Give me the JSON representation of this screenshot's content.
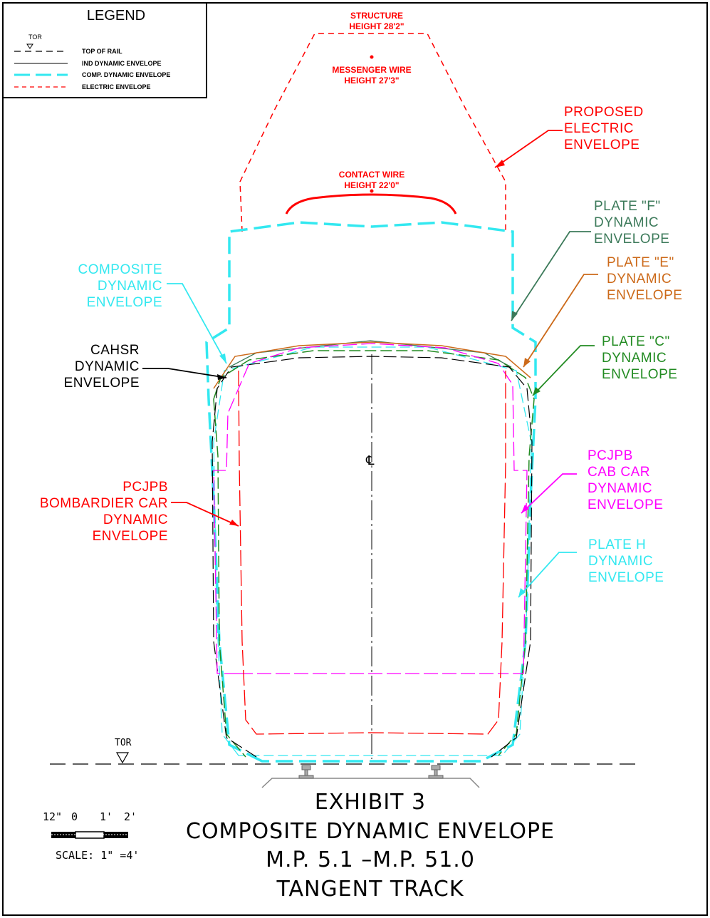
{
  "legend": {
    "title": "LEGEND",
    "tor_symbol": "TOR",
    "items": [
      {
        "label": "TOP OF RAIL",
        "color": "#000000"
      },
      {
        "label": "IND DYNAMIC ENVELOPE",
        "color": "#000000"
      },
      {
        "label": "COMP. DYNAMIC ENVELOPE",
        "color": "#33e8f0"
      },
      {
        "label": "ELECTRIC ENVELOPE",
        "color": "#ff0000"
      }
    ]
  },
  "annotations": {
    "structure_height": [
      "STRUCTURE",
      "HEIGHT 28'2\""
    ],
    "messenger_wire": [
      "MESSENGER WIRE",
      "HEIGHT 27'3\""
    ],
    "contact_wire": [
      "CONTACT WIRE",
      "HEIGHT 22'0\""
    ],
    "proposed_electric": [
      "PROPOSED",
      "ELECTRIC",
      "ENVELOPE"
    ],
    "plate_f": [
      "PLATE \"F\"",
      "DYNAMIC",
      "ENVELOPE"
    ],
    "plate_e": [
      "PLATE \"E\"",
      "DYNAMIC",
      "ENVELOPE"
    ],
    "plate_c": [
      "PLATE \"C\"",
      "DYNAMIC",
      "ENVELOPE"
    ],
    "composite": [
      "COMPOSITE",
      "DYNAMIC",
      "ENVELOPE"
    ],
    "cahsr": [
      "CAHSR",
      "DYNAMIC",
      "ENVELOPE"
    ],
    "pcjpb_cab": [
      "PCJPB",
      "CAB CAR",
      "DYNAMIC",
      "ENVELOPE"
    ],
    "pcjpb_bombardier": [
      "PCJPB",
      "BOMBARDIER CAR",
      "DYNAMIC",
      "ENVELOPE"
    ],
    "plate_h": [
      "PLATE H",
      "DYNAMIC",
      "ENVELOPE"
    ],
    "tor": "TOR",
    "centerline": "℄"
  },
  "title_block": {
    "lines": [
      "EXHIBIT 3",
      "COMPOSITE DYNAMIC ENVELOPE",
      "M.P. 5.1 –M.P. 51.0",
      "TANGENT TRACK"
    ]
  },
  "scale_bar": {
    "ticks": [
      "12\"",
      "0",
      "1'",
      "2'"
    ],
    "scale_text": "SCALE: 1\" =4'"
  },
  "colors": {
    "red": "#ff0000",
    "cyan": "#33e8f0",
    "green": "#228b22",
    "dark_green": "#3c7a5a",
    "orange": "#cc6a1a",
    "magenta": "#ff00ff",
    "black": "#000000"
  }
}
